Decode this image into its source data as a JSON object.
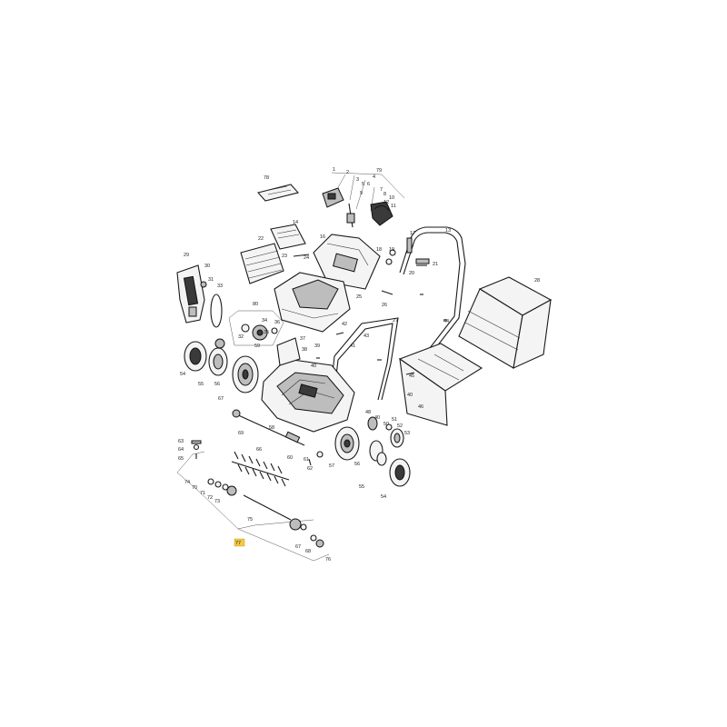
{
  "highlight_color": "#f2c744",
  "labels": [
    {
      "id": "78a",
      "text": "78"
    },
    {
      "id": "79",
      "text": "79"
    },
    {
      "id": "1",
      "text": "1"
    },
    {
      "id": "2",
      "text": "2"
    },
    {
      "id": "3",
      "text": "3"
    },
    {
      "id": "4",
      "text": "4"
    },
    {
      "id": "5",
      "text": "5"
    },
    {
      "id": "6",
      "text": "6"
    },
    {
      "id": "7",
      "text": "7"
    },
    {
      "id": "8",
      "text": "8"
    },
    {
      "id": "9",
      "text": "9"
    },
    {
      "id": "10",
      "text": "10"
    },
    {
      "id": "11",
      "text": "11"
    },
    {
      "id": "12",
      "text": "12"
    },
    {
      "id": "13",
      "text": "13"
    },
    {
      "id": "14",
      "text": "14"
    },
    {
      "id": "16",
      "text": "16"
    },
    {
      "id": "17",
      "text": "17"
    },
    {
      "id": "18",
      "text": "18"
    },
    {
      "id": "19",
      "text": "19"
    },
    {
      "id": "20",
      "text": "20"
    },
    {
      "id": "21",
      "text": "21"
    },
    {
      "id": "22",
      "text": "22"
    },
    {
      "id": "23",
      "text": "23"
    },
    {
      "id": "24",
      "text": "24"
    },
    {
      "id": "25",
      "text": "25"
    },
    {
      "id": "26",
      "text": "26"
    },
    {
      "id": "27",
      "text": "27"
    },
    {
      "id": "28",
      "text": "28"
    },
    {
      "id": "29",
      "text": "29"
    },
    {
      "id": "30",
      "text": "30"
    },
    {
      "id": "31",
      "text": "31"
    },
    {
      "id": "33",
      "text": "33"
    },
    {
      "id": "32",
      "text": "32"
    },
    {
      "id": "34",
      "text": "34"
    },
    {
      "id": "35",
      "text": "35"
    },
    {
      "id": "36",
      "text": "36"
    },
    {
      "id": "37",
      "text": "37"
    },
    {
      "id": "38",
      "text": "38"
    },
    {
      "id": "39",
      "text": "39"
    },
    {
      "id": "40a",
      "text": "40"
    },
    {
      "id": "40b",
      "text": "40"
    },
    {
      "id": "40c",
      "text": "40"
    },
    {
      "id": "41",
      "text": "41"
    },
    {
      "id": "42",
      "text": "42"
    },
    {
      "id": "43",
      "text": "43"
    },
    {
      "id": "44",
      "text": "44"
    },
    {
      "id": "45",
      "text": "45"
    },
    {
      "id": "46",
      "text": "46"
    },
    {
      "id": "48",
      "text": "48"
    },
    {
      "id": "50",
      "text": "50"
    },
    {
      "id": "51",
      "text": "51"
    },
    {
      "id": "52",
      "text": "52"
    },
    {
      "id": "53",
      "text": "53"
    },
    {
      "id": "54a",
      "text": "54"
    },
    {
      "id": "54b",
      "text": "54"
    },
    {
      "id": "55a",
      "text": "55"
    },
    {
      "id": "55b",
      "text": "55"
    },
    {
      "id": "56a",
      "text": "56"
    },
    {
      "id": "56b",
      "text": "56"
    },
    {
      "id": "57",
      "text": "57"
    },
    {
      "id": "58",
      "text": "58"
    },
    {
      "id": "59",
      "text": "59"
    },
    {
      "id": "60",
      "text": "60"
    },
    {
      "id": "61",
      "text": "61"
    },
    {
      "id": "62",
      "text": "62"
    },
    {
      "id": "63",
      "text": "63"
    },
    {
      "id": "64",
      "text": "64"
    },
    {
      "id": "65",
      "text": "65"
    },
    {
      "id": "66",
      "text": "66"
    },
    {
      "id": "67a",
      "text": "67"
    },
    {
      "id": "67b",
      "text": "67"
    },
    {
      "id": "68",
      "text": "68"
    },
    {
      "id": "69",
      "text": "69"
    },
    {
      "id": "70",
      "text": "70"
    },
    {
      "id": "71",
      "text": "71"
    },
    {
      "id": "72",
      "text": "72"
    },
    {
      "id": "73",
      "text": "73"
    },
    {
      "id": "74",
      "text": "74"
    },
    {
      "id": "75",
      "text": "75"
    },
    {
      "id": "76",
      "text": "76"
    },
    {
      "id": "77",
      "text": "77"
    },
    {
      "id": "80",
      "text": "80"
    }
  ]
}
